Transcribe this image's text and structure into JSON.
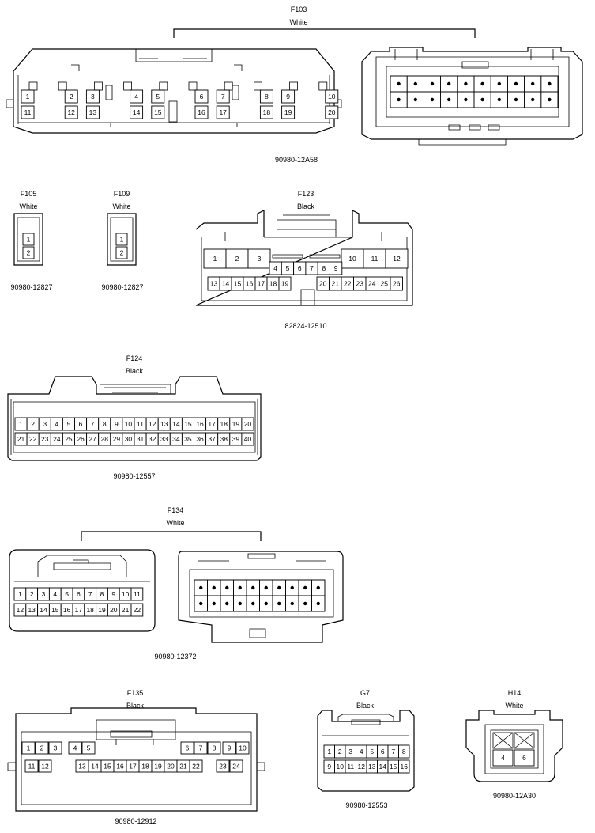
{
  "connectors": {
    "f103": {
      "code": "F103",
      "color": "White",
      "part": "90980-12A58",
      "top_pins": [
        "1",
        "2",
        "3",
        "4",
        "5",
        "6",
        "7",
        "8",
        "9",
        "10"
      ],
      "bottom_pins": [
        "11",
        "12",
        "13",
        "14",
        "15",
        "16",
        "17",
        "18",
        "19",
        "20"
      ]
    },
    "f105": {
      "code": "F105",
      "color": "White",
      "part": "90980-12827",
      "pins": [
        "1",
        "2"
      ]
    },
    "f109": {
      "code": "F109",
      "color": "White",
      "part": "90980-12827",
      "pins": [
        "1",
        "2"
      ]
    },
    "f123": {
      "code": "F123",
      "color": "Black",
      "part": "82824-12510",
      "top_left_pins": [
        "1",
        "2",
        "3"
      ],
      "top_right_pins": [
        "10",
        "11",
        "12"
      ],
      "middle_pins": [
        "4",
        "5",
        "6",
        "7",
        "8",
        "9"
      ],
      "bottom_left_pins": [
        "13",
        "14",
        "15",
        "16",
        "17",
        "18",
        "19"
      ],
      "bottom_right_pins": [
        "20",
        "21",
        "22",
        "23",
        "24",
        "25",
        "26"
      ]
    },
    "f124": {
      "code": "F124",
      "color": "Black",
      "part": "90980-12557",
      "top_pins": [
        "1",
        "2",
        "3",
        "4",
        "5",
        "6",
        "7",
        "8",
        "9",
        "10",
        "11",
        "12",
        "13",
        "14",
        "15",
        "16",
        "17",
        "18",
        "19",
        "20"
      ],
      "bottom_pins": [
        "21",
        "22",
        "23",
        "24",
        "25",
        "26",
        "27",
        "28",
        "29",
        "30",
        "31",
        "32",
        "33",
        "34",
        "35",
        "36",
        "37",
        "38",
        "39",
        "40"
      ]
    },
    "f134": {
      "code": "F134",
      "color": "White",
      "part": "90980-12372",
      "top_pins": [
        "1",
        "2",
        "3",
        "4",
        "5",
        "6",
        "7",
        "8",
        "9",
        "10",
        "11"
      ],
      "bottom_pins": [
        "12",
        "13",
        "14",
        "15",
        "16",
        "17",
        "18",
        "19",
        "20",
        "21",
        "22"
      ]
    },
    "f135": {
      "code": "F135",
      "color": "Black",
      "part": "90980-12912",
      "top_left_pins": [
        "1",
        "2",
        "3",
        "4",
        "5"
      ],
      "top_right_pins": [
        "6",
        "7",
        "8",
        "9",
        "10"
      ],
      "bottom_left_pins": [
        "11",
        "12"
      ],
      "bottom_middle_pins": [
        "13",
        "14",
        "15",
        "16",
        "17",
        "18",
        "19",
        "20",
        "21",
        "22"
      ],
      "bottom_right_pins": [
        "23",
        "24"
      ]
    },
    "g7": {
      "code": "G7",
      "color": "Black",
      "part": "90980-12553",
      "top_pins": [
        "1",
        "2",
        "3",
        "4",
        "5",
        "6",
        "7",
        "8"
      ],
      "bottom_pins": [
        "9",
        "10",
        "11",
        "12",
        "13",
        "14",
        "15",
        "16"
      ]
    },
    "h14": {
      "code": "H14",
      "color": "White",
      "part": "90980-12A30",
      "pins": [
        "4",
        "6"
      ]
    }
  }
}
